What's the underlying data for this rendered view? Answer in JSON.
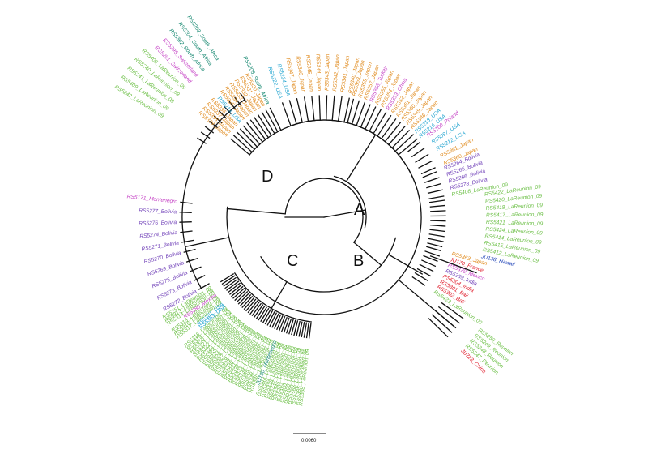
{
  "colors": {
    "green": "#6bbf45",
    "orange": "#e08a1c",
    "purple": "#7040b8",
    "magenta": "#c43fc4",
    "teal": "#12866e",
    "cyan": "#1fa3cf",
    "red": "#e01d2c",
    "blue": "#2144b8"
  },
  "clade_labels": [
    "A",
    "B",
    "C",
    "D"
  ],
  "scale_bar": {
    "label": "0.0060"
  },
  "tips": [
    {
      "label": "RS5242_LaReunion_09",
      "color": "green"
    },
    {
      "label": "RS5409_LaReunion_09",
      "color": "green"
    },
    {
      "label": "RS5241_LaReunion_09",
      "color": "green"
    },
    {
      "label": "RS5240_LaReunion_09",
      "color": "green"
    },
    {
      "label": "RS5406_LaReunion_09",
      "color": "green"
    },
    {
      "label": "RS5291_Switzerland",
      "color": "magenta"
    },
    {
      "label": "RS5295_Switzerland",
      "color": "magenta"
    },
    {
      "label": "RS5302_South_Africa",
      "color": "teal"
    },
    {
      "label": "RS5204_South_Africa",
      "color": "teal"
    },
    {
      "label": "RS5203_South_Africa",
      "color": "teal"
    },
    {
      "label": "RS5272_Bolivia",
      "color": "purple"
    },
    {
      "label": "RS5273_Bolivia",
      "color": "purple"
    },
    {
      "label": "RS5275_Bolivia",
      "color": "purple"
    },
    {
      "label": "RS5269_Bolivia",
      "color": "purple"
    },
    {
      "label": "RS5270_Bolivia",
      "color": "purple"
    },
    {
      "label": "RS5271_Bolivia",
      "color": "purple"
    },
    {
      "label": "RS5274_Bolivia",
      "color": "purple"
    },
    {
      "label": "RS5276_Bolivia",
      "color": "purple"
    },
    {
      "label": "RS5277_Bolivia",
      "color": "purple"
    },
    {
      "label": "RS5171_Montenegro",
      "color": "magenta"
    },
    {
      "label": "RS5388_LaReunion_09",
      "color": "green"
    },
    {
      "label": "RS5385_LaReunion_09",
      "color": "green"
    },
    {
      "label": "RS5390_LaReunion_09",
      "color": "green"
    },
    {
      "label": "RS5393_LaReunion_09",
      "color": "green"
    },
    {
      "label": "RS5396_LaReunion_09",
      "color": "green"
    },
    {
      "label": "RS5400_LaReunion_09",
      "color": "green"
    },
    {
      "label": "RS5403_LaReunion_09",
      "color": "green"
    },
    {
      "label": "RS5345_LaReunion_09",
      "color": "green"
    },
    {
      "label": "RS5337_LaReunion_09",
      "color": "green"
    },
    {
      "label": "RS5338_LaReunion_09",
      "color": "green"
    },
    {
      "label": "RS5339_LaReunion_09",
      "color": "green"
    },
    {
      "label": "RS5343_LaReunion_09",
      "color": "green"
    },
    {
      "label": "JU130_Montenegro",
      "color": "teal"
    },
    {
      "label": "RS5340_LaReunion_09",
      "color": "green"
    },
    {
      "label": "RS5341_LaReunion_09",
      "color": "green"
    },
    {
      "label": "RS5336_LaReunion_09",
      "color": "green"
    },
    {
      "label": "RS5335_LaReunion_09",
      "color": "green"
    },
    {
      "label": "RS5334_LaReunion_09",
      "color": "green"
    },
    {
      "label": "RS5333_LaReunion_09",
      "color": "green"
    },
    {
      "label": "RS5332_LaReunion_09",
      "color": "green"
    },
    {
      "label": "RS5331_LaReunion_09",
      "color": "green"
    },
    {
      "label": "RS5330_LaReunion_09",
      "color": "green"
    },
    {
      "label": "RS5329_LaReunion_09",
      "color": "green"
    },
    {
      "label": "RS5328_LaReunion_09",
      "color": "green"
    },
    {
      "label": "RS5327_LaReunion_09",
      "color": "green"
    },
    {
      "label": "RS5326_LaReunion_09",
      "color": "green"
    },
    {
      "label": "RS5325_LaReunion_09",
      "color": "green"
    },
    {
      "label": "RS5324_LaReunion_09",
      "color": "green"
    },
    {
      "label": "RS5323_LaReunion_09",
      "color": "green"
    },
    {
      "label": "RS5322_LaReunion_09",
      "color": "green"
    },
    {
      "label": "RS5321_LaReunion_09",
      "color": "green"
    },
    {
      "label": "RS5320_LaReunion_09",
      "color": "green"
    },
    {
      "label": "RS5319_LaReunion_09",
      "color": "green"
    },
    {
      "label": "RS5318_LaReunion_09",
      "color": "green"
    },
    {
      "label": "RS5383_USA",
      "color": "cyan"
    },
    {
      "label": "RS5381_USA",
      "color": "cyan"
    },
    {
      "label": "RS5317_LaReunion_09",
      "color": "green"
    },
    {
      "label": "RS5316_LaReunion_09",
      "color": "green"
    },
    {
      "label": "RS5315_LaReunion_09",
      "color": "green"
    },
    {
      "label": "RS5380_Mexico",
      "color": "magenta"
    },
    {
      "label": "RS5314_LaReunion_09",
      "color": "green"
    },
    {
      "label": "RS5313_LaReunion_09",
      "color": "green"
    },
    {
      "label": "RS5251_LaReunion_09",
      "color": "green"
    },
    {
      "label": "RS5250_Reunion",
      "color": "green"
    },
    {
      "label": "RS5249_Reunion",
      "color": "green"
    },
    {
      "label": "RS5248_Reunion",
      "color": "green"
    },
    {
      "label": "RS5247_Reunion",
      "color": "green"
    },
    {
      "label": "JU723_China",
      "color": "red"
    },
    {
      "label": "RS5363_Japan",
      "color": "orange"
    },
    {
      "label": "JU170_France",
      "color": "red"
    },
    {
      "label": "RS5379_Mexico",
      "color": "magenta"
    },
    {
      "label": "RS5289_India",
      "color": "purple"
    },
    {
      "label": "RS5304_India",
      "color": "red"
    },
    {
      "label": "RS5301_Bali",
      "color": "red"
    },
    {
      "label": "RS5302_Bali",
      "color": "red"
    },
    {
      "label": "RS5423_LaReunion_09",
      "color": "green"
    },
    {
      "label": "RS5422_LaReunion_09",
      "color": "green"
    },
    {
      "label": "RS5420_LaReunion_09",
      "color": "green"
    },
    {
      "label": "RS5418_LaReunion_09",
      "color": "green"
    },
    {
      "label": "RS5417_LaReunion_09",
      "color": "green"
    },
    {
      "label": "RS5421_LaReunion_09",
      "color": "green"
    },
    {
      "label": "RS5424_LaReunion_09",
      "color": "green"
    },
    {
      "label": "RS5414_LaReunion_09",
      "color": "green"
    },
    {
      "label": "RS5415_LaReunion_09",
      "color": "green"
    },
    {
      "label": "RS5412_LaReunion_09",
      "color": "green"
    },
    {
      "label": "JU138_Hawaii",
      "color": "blue"
    },
    {
      "label": "RS5264_Bolivia",
      "color": "purple"
    },
    {
      "label": "RS5265_Bolivia",
      "color": "purple"
    },
    {
      "label": "RS5266_Bolivia",
      "color": "purple"
    },
    {
      "label": "RS5278_Bolivia",
      "color": "purple"
    },
    {
      "label": "RS5408_LaReunion_09",
      "color": "green"
    },
    {
      "label": "RS5100_Poland",
      "color": "magenta"
    },
    {
      "label": "RS5097_USA",
      "color": "cyan"
    },
    {
      "label": "RS5212_USA",
      "color": "cyan"
    },
    {
      "label": "RS5361_Japan",
      "color": "orange"
    },
    {
      "label": "RS5360_Japan",
      "color": "orange"
    },
    {
      "label": "RS5359_Japan",
      "color": "orange"
    },
    {
      "label": "RS5358_Japan",
      "color": "orange"
    },
    {
      "label": "RS5357_Japan",
      "color": "orange"
    },
    {
      "label": "RS5356_Turkey",
      "color": "magenta"
    },
    {
      "label": "RS5355_Japan",
      "color": "orange"
    },
    {
      "label": "RS5354_Japan",
      "color": "orange"
    },
    {
      "label": "RS5353_China",
      "color": "magenta"
    },
    {
      "label": "RS5352_Japan",
      "color": "orange"
    },
    {
      "label": "RS5351_Japan",
      "color": "orange"
    },
    {
      "label": "RS5350_Japan",
      "color": "orange"
    },
    {
      "label": "RS5349_Japan",
      "color": "orange"
    },
    {
      "label": "RS5348_Japan",
      "color": "orange"
    },
    {
      "label": "RS5218_USA",
      "color": "cyan"
    },
    {
      "label": "RS5216_USA",
      "color": "cyan"
    },
    {
      "label": "RS5222_USA",
      "color": "cyan"
    },
    {
      "label": "RS5224_USA",
      "color": "cyan"
    },
    {
      "label": "RS5347_Japan",
      "color": "orange"
    },
    {
      "label": "RS5346_Japan",
      "color": "orange"
    },
    {
      "label": "RS5345_Japan",
      "color": "orange"
    },
    {
      "label": "RS5344_Japan",
      "color": "orange"
    },
    {
      "label": "RS5343_Japan",
      "color": "orange"
    },
    {
      "label": "RS5342_Japan",
      "color": "orange"
    },
    {
      "label": "RS5341_Japan",
      "color": "orange"
    },
    {
      "label": "RS5340_Japan",
      "color": "orange"
    },
    {
      "label": "RS5339_Japan",
      "color": "orange"
    },
    {
      "label": "RS5338_Japan",
      "color": "orange"
    },
    {
      "label": "RS5337_Japan",
      "color": "orange"
    },
    {
      "label": "RS5336_Japan",
      "color": "orange"
    },
    {
      "label": "RS5213_USA",
      "color": "cyan"
    },
    {
      "label": "RS5335_Japan",
      "color": "orange"
    },
    {
      "label": "RS5334_Japan",
      "color": "orange"
    },
    {
      "label": "RS5333_Japan",
      "color": "orange"
    },
    {
      "label": "RS5332_Japan",
      "color": "orange"
    },
    {
      "label": "RS5331_Japan",
      "color": "orange"
    },
    {
      "label": "RS5330_Japan",
      "color": "orange"
    },
    {
      "label": "RS5205_South_Africa",
      "color": "teal"
    }
  ]
}
